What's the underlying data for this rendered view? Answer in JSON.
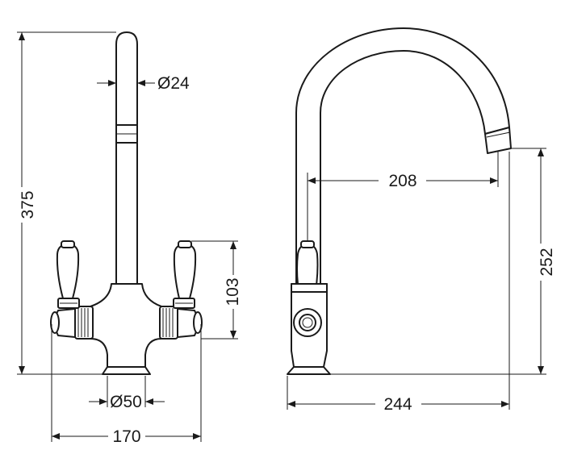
{
  "dimensions": {
    "spout_diameter": "Ø24",
    "total_height": "375",
    "handle_height": "103",
    "base_diameter": "Ø50",
    "total_width": "170",
    "spout_reach": "208",
    "spout_clearance": "252",
    "total_depth": "244"
  }
}
